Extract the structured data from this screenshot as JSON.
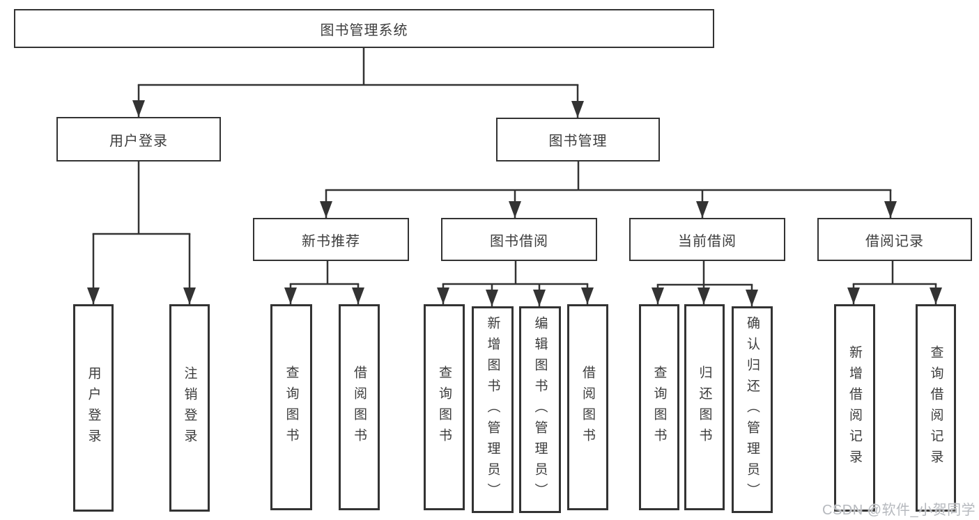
{
  "diagram": {
    "type": "hierarchy-tree",
    "watermark": "CSDN @软件_小贺同学",
    "colors": {
      "background": "#ffffff",
      "line": "#333333",
      "box_border": "#333333",
      "text": "#3c3c3c",
      "watermark_text": "#b6b9be"
    }
  },
  "tree": {
    "root": "图书管理系统",
    "branches": [
      {
        "label": "用户登录",
        "leaves": [
          "用户登录",
          "注销登录"
        ]
      },
      {
        "label": "图书管理",
        "groups": [
          {
            "label": "新书推荐",
            "leaves": [
              "查询图书",
              "借阅图书"
            ]
          },
          {
            "label": "图书借阅",
            "leaves": [
              "查询图书",
              "新增图书（管理员）",
              "编辑图书（管理员）",
              "借阅图书"
            ]
          },
          {
            "label": "当前借阅",
            "leaves": [
              "查询图书",
              "归还图书",
              "确认归还（管理员）"
            ]
          },
          {
            "label": "借阅记录",
            "leaves": [
              "新增借阅记录",
              "查询借阅记录"
            ]
          }
        ]
      }
    ]
  }
}
